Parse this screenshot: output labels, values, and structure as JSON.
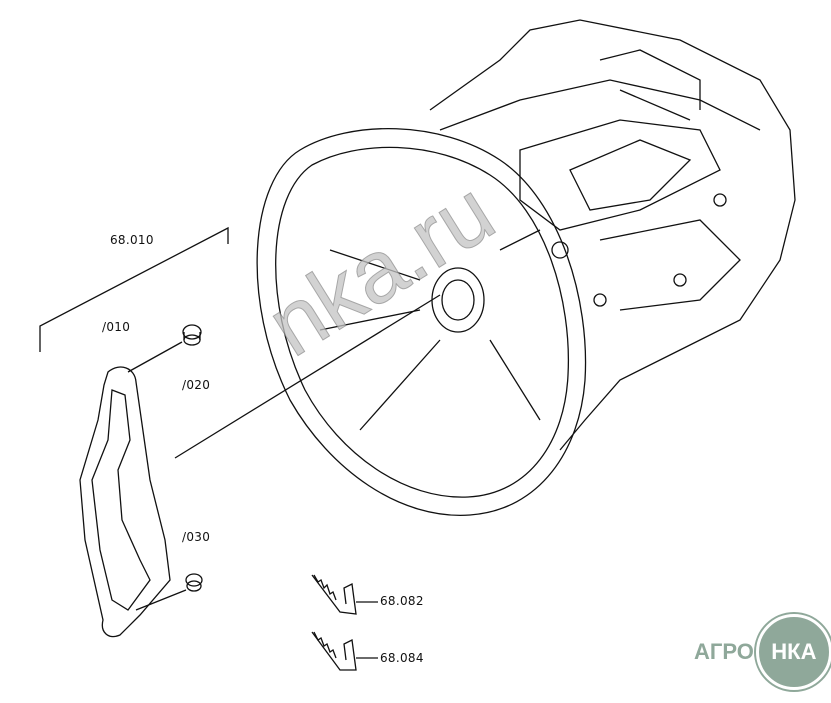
{
  "labels": {
    "group": "68.010",
    "part_010": "/010",
    "part_020": "/020",
    "part_030": "/030",
    "part_082": "68.082",
    "part_084": "68.084"
  },
  "watermark": "nka.ru",
  "logo": {
    "left": "АГРО",
    "right": "НКА"
  },
  "colors": {
    "logo": "#8fa89a",
    "line": "#111111"
  }
}
